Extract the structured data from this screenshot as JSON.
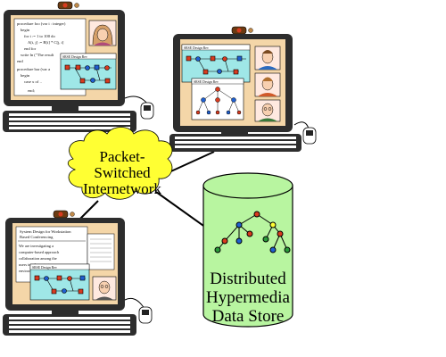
{
  "cloud": {
    "line1": "Packet-",
    "line2": "Switched",
    "line3": "Internetwork"
  },
  "store": {
    "line1": "Distributed",
    "line2": "Hypermedia",
    "line3": "Data Store"
  },
  "workstation_top_left": {
    "code_lines": [
      "procedure foo (var i : integer)",
      "begin",
      "for i := 1 to 100 do",
      "A[i, j] := B[i] * C[j, i]",
      "end for",
      "write ln (\"The result",
      "end",
      "procedure bar (var a",
      "begin",
      "case x of ..",
      "",
      "end;"
    ],
    "panel_title": "SRSE Design Rev"
  },
  "workstation_top_right": {
    "panel_title_1": "SRSE Design Rev",
    "panel_title_2": "SRSE Design Rev"
  },
  "workstation_bottom_left": {
    "doc_title_1": "System Design for Workstation",
    "doc_title_2": "Based Conferencing",
    "doc_lines": [
      "We are investigating a",
      "computer-based approach",
      "collaboration among the",
      "users in a hypertext",
      "environment."
    ],
    "panel_title": "SRSE Design Rev"
  },
  "colors": {
    "cloud": "#ffff33",
    "cylinder": "#b8f5a0",
    "monitor_body": "#2d2d2d",
    "screen_bg": "#f4d6a8",
    "panel_bg": "#9fe7e7"
  }
}
